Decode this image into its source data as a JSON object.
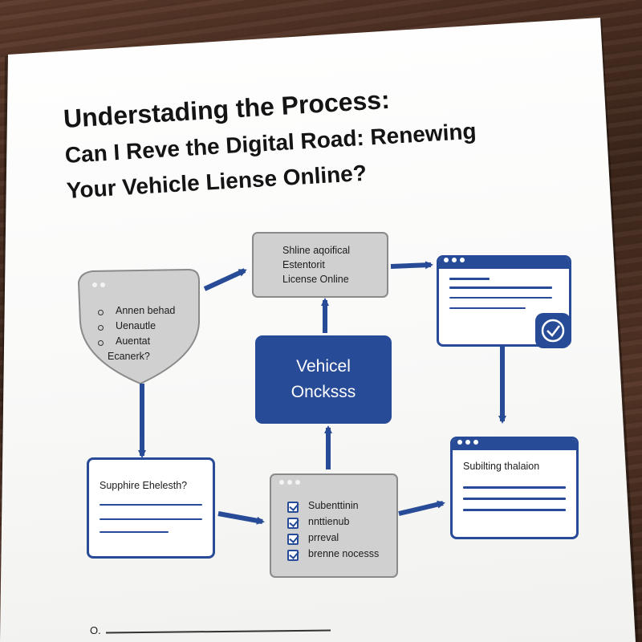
{
  "title": {
    "line1": "Understading the Process:",
    "line2": "Can I Reve the Digital Road: Renewing",
    "line3": "Your Vehicle Liense Online?"
  },
  "nodes": {
    "top_gray": {
      "lines": [
        "Shline aqoifical",
        "Estentorit",
        "License Online"
      ]
    },
    "shield": {
      "items": [
        "Annen behad",
        "Uenautle",
        "Auentat"
      ],
      "extra": "Ecanerk?"
    },
    "center": {
      "lines": [
        "Vehicel",
        "Oncksss"
      ]
    },
    "bottom_left": {
      "label": "Supphire Ehelesth?"
    },
    "bottom_mid": {
      "items": [
        "Subenttinin",
        "nnttienub",
        "prreval",
        "brenne nocesss"
      ]
    },
    "bottom_right": {
      "label": "Subilting thalaion"
    }
  },
  "footer": {
    "label": "O."
  },
  "colors": {
    "accent": "#284b97",
    "gray_box": "#d0d0d0",
    "gray_border": "#8a8a8a"
  },
  "icons": {
    "badge": "clock-badge-icon"
  }
}
